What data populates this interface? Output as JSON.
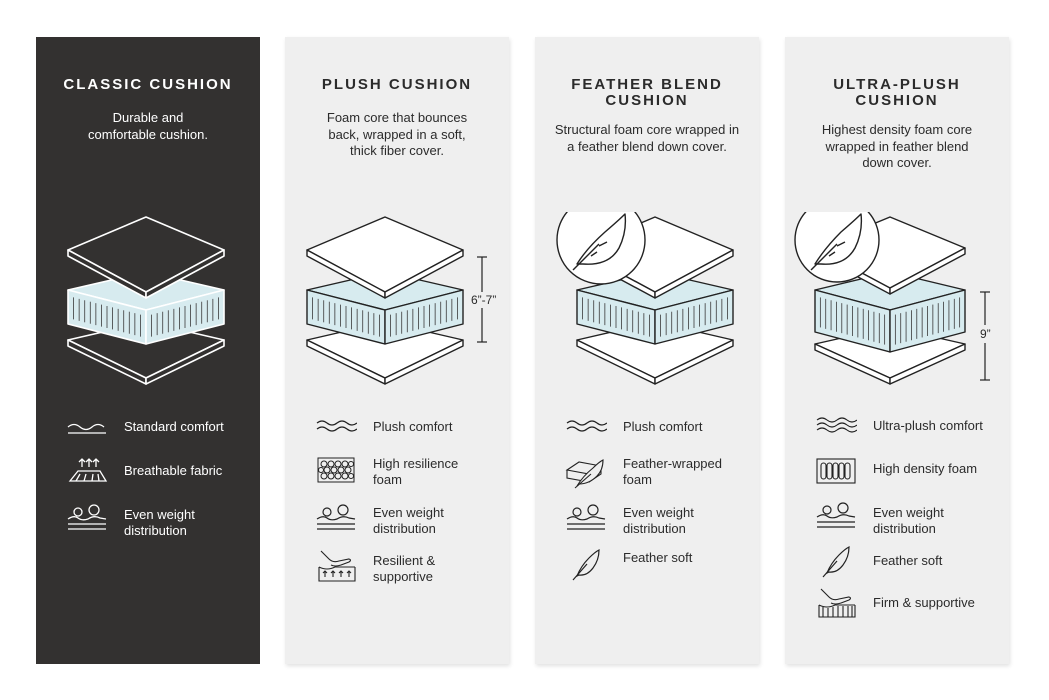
{
  "colors": {
    "dark_panel": "#333130",
    "light_panel": "#efefef",
    "foam": "#d7ebef",
    "ink": "#222222"
  },
  "panels": [
    {
      "title": "CLASSIC CUSHION",
      "description": "Durable and\ncomfortable cushion.",
      "theme": "dark",
      "features": [
        {
          "label": "Standard comfort",
          "icon": "wave-icon"
        },
        {
          "label": "Breathable fabric",
          "icon": "breathable-fabric-icon"
        },
        {
          "label": "Even weight\ndistribution",
          "icon": "weight-distribution-icon"
        }
      ]
    },
    {
      "title": "PLUSH CUSHION",
      "description": "Foam core that bounces\nback, wrapped in a soft,\nthick fiber cover.",
      "dimension": "6”-7”",
      "features": [
        {
          "label": "Plush comfort",
          "icon": "wave-icon"
        },
        {
          "label": "High resilience\nfoam",
          "icon": "foam-cells-icon"
        },
        {
          "label": "Even weight\ndistribution",
          "icon": "weight-distribution-icon"
        },
        {
          "label": "Resilient &\nsupportive",
          "icon": "hand-press-icon"
        }
      ]
    },
    {
      "title": "FEATHER BLEND\nCUSHION",
      "description": "Structural foam core wrapped in\na feather blend down cover.",
      "features": [
        {
          "label": "Plush comfort",
          "icon": "wave-icon"
        },
        {
          "label": "Feather-wrapped\nfoam",
          "icon": "feather-wrapped-foam-icon"
        },
        {
          "label": "Even weight\ndistribution",
          "icon": "weight-distribution-icon"
        },
        {
          "label": "Feather soft",
          "icon": "feather-icon"
        }
      ]
    },
    {
      "title": "ULTRA-PLUSH\nCUSHION",
      "description": "Highest density foam core\nwrapped in feather blend\ndown cover.",
      "dimension": "9”",
      "features": [
        {
          "label": "Ultra-plush comfort",
          "icon": "wave-icon"
        },
        {
          "label": "High density foam",
          "icon": "density-foam-icon"
        },
        {
          "label": "Even weight\ndistribution",
          "icon": "weight-distribution-icon"
        },
        {
          "label": "Feather soft",
          "icon": "feather-icon"
        },
        {
          "label": "Firm & supportive",
          "icon": "hand-press-icon"
        }
      ]
    }
  ]
}
